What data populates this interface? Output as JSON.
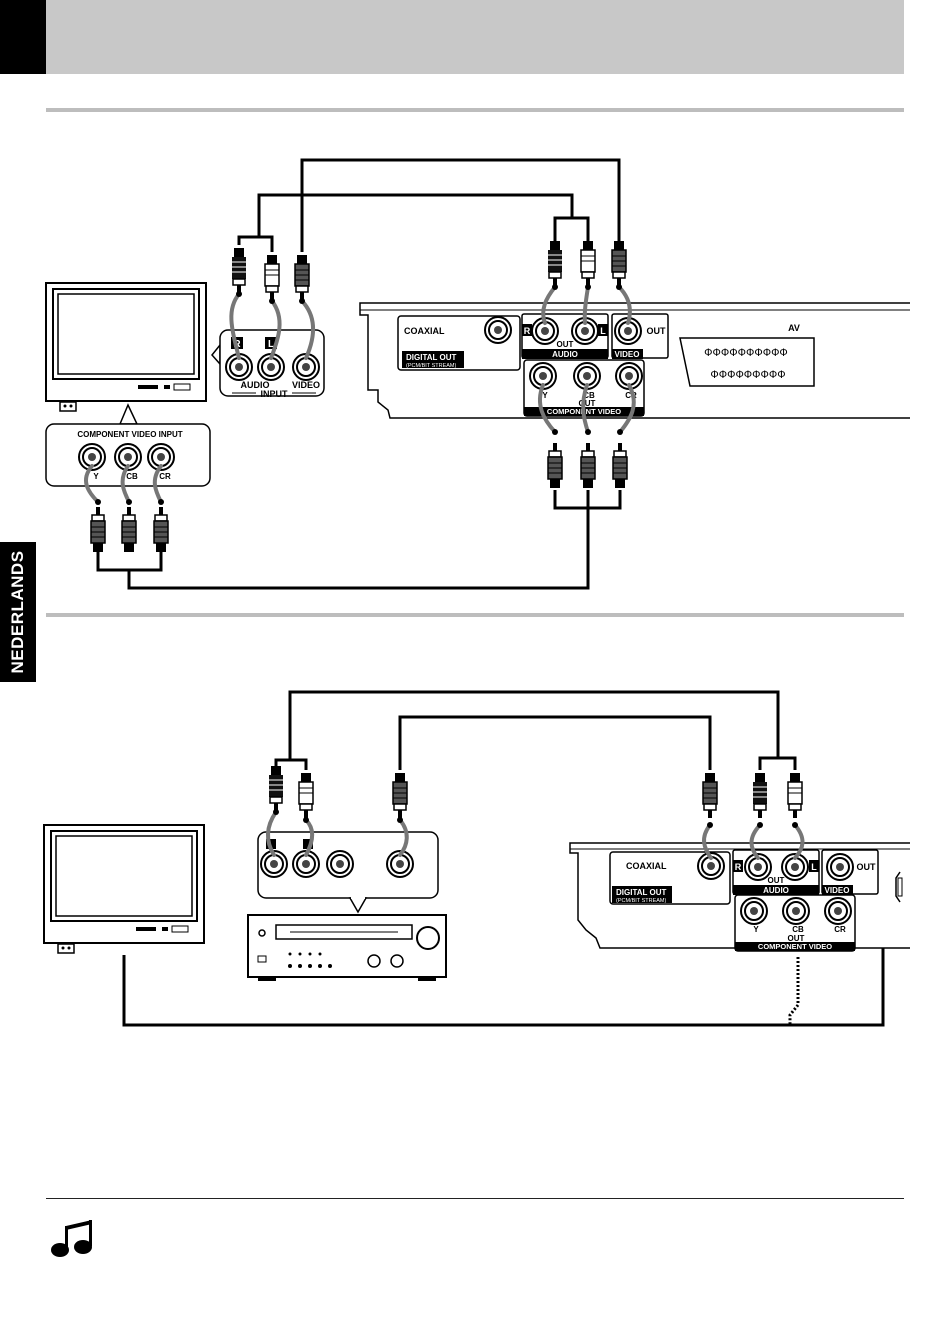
{
  "sidebar_tab": {
    "label": "NEDERLANDS"
  },
  "diagram1": {
    "tv_panel": {
      "title": "COMPONENT VIDEO INPUT",
      "jacks": [
        "Y",
        "CB",
        "CR"
      ]
    },
    "tv_input_panel": {
      "left_badge": "R",
      "right_badge": "L",
      "audio_label": "AUDIO",
      "video_label": "VIDEO",
      "input_label": "INPUT"
    },
    "player": {
      "coaxial": "COAXIAL",
      "digital_out": "DIGITAL OUT",
      "digital_out_sub": "(PCM/BIT STREAM)",
      "audio_badge_r": "R",
      "audio_badge_l": "L",
      "out_label": "OUT",
      "audio_label": "AUDIO",
      "video_label": "VIDEO",
      "video_out_label": "OUT",
      "av_label": "AV",
      "component_jacks": [
        "Y",
        "CB",
        "CR"
      ],
      "component_out": "OUT",
      "component_label": "COMPONENT VIDEO"
    }
  },
  "diagram2": {
    "player": {
      "coaxial": "COAXIAL",
      "digital_out": "DIGITAL OUT",
      "digital_out_sub": "(PCM/BIT STREAM)",
      "audio_badge_r": "R",
      "audio_badge_l": "L",
      "out_label": "OUT",
      "audio_label": "AUDIO",
      "video_label": "VIDEO",
      "video_out_label": "OUT",
      "component_jacks": [
        "Y",
        "CB",
        "CR"
      ],
      "component_out": "OUT",
      "component_label": "COMPONENT VIDEO"
    }
  },
  "colors": {
    "header_gray": "#c8c8c8",
    "rule_gray": "#bdbdbd",
    "cable_gray": "#777777",
    "black": "#000000"
  },
  "icons": {
    "note": "music-note-icon"
  }
}
